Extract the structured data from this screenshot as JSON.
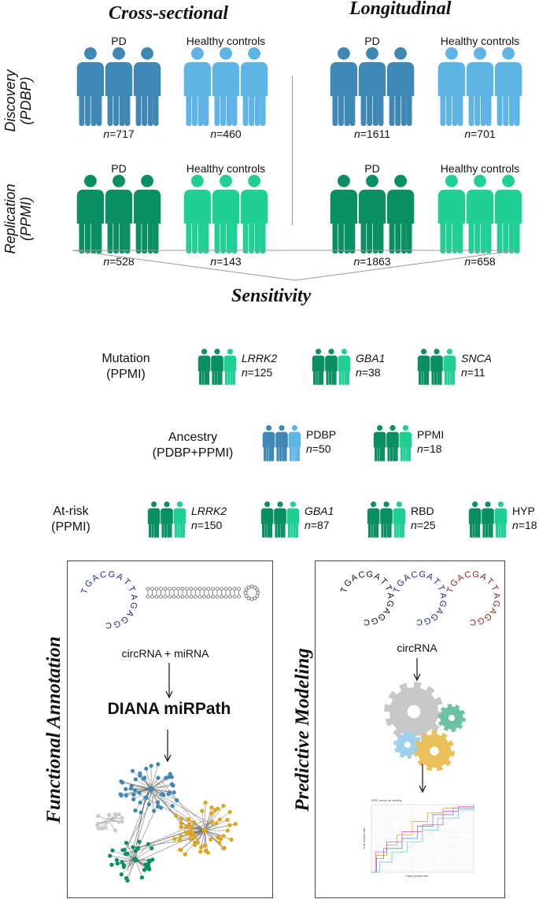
{
  "headers": {
    "cross_sectional": "Cross-sectional",
    "longitudinal": "Longitudinal",
    "sensitivity": "Sensitivity"
  },
  "rows": {
    "discovery": {
      "line1": "Discovery",
      "line2": "(PDBP)"
    },
    "replication": {
      "line1": "Replication",
      "line2": "(PPMI)"
    }
  },
  "groups": {
    "cs_disc_pd": {
      "label": "PD",
      "n": "=717"
    },
    "cs_disc_hc": {
      "label": "Healthy controls",
      "n": "=460"
    },
    "lg_disc_pd": {
      "label": "PD",
      "n": "=1611"
    },
    "lg_disc_hc": {
      "label": "Healthy controls",
      "n": "=701"
    },
    "cs_rep_pd": {
      "label": "PD",
      "n": "=528"
    },
    "cs_rep_hc": {
      "label": "Healthy controls",
      "n": "=143"
    },
    "lg_rep_pd": {
      "label": "PD",
      "n": "=1863"
    },
    "lg_rep_hc": {
      "label": "Healthy controls",
      "n": "=658"
    }
  },
  "n_prefix": "n",
  "sensitivity": {
    "mutation": {
      "line1": "Mutation",
      "line2": "(PPMI)",
      "items": [
        {
          "name": "LRRK2",
          "n": "=125"
        },
        {
          "name": "GBA1",
          "n": "=38"
        },
        {
          "name": "SNCA",
          "n": "=11"
        }
      ]
    },
    "ancestry": {
      "line1": "Ancestry",
      "line2": "(PDBP+PPMI)",
      "items": [
        {
          "name": "PDBP",
          "n": "=50"
        },
        {
          "name": "PPMI",
          "n": "=18"
        }
      ]
    },
    "atrisk": {
      "line1": "At-risk",
      "line2": "(PPMI)",
      "items": [
        {
          "name": "LRRK2",
          "n": "=150"
        },
        {
          "name": "GBA1",
          "n": "=87"
        },
        {
          "name": "RBD",
          "n": "=25"
        },
        {
          "name": "HYP",
          "n": "=18"
        }
      ]
    }
  },
  "functional": {
    "side_title": "Functional Annotation",
    "sequence": "TGACGATTAGAGGC",
    "caption": "circRNA + miRNA",
    "tool": "DIANA miRPath"
  },
  "predictive": {
    "side_title": "Predictive Modeling",
    "sequence": "TGACGATTAGAGGC",
    "caption": "circRNA",
    "roc_title": "ROC curve for testing",
    "roc_xlabel": "False positive rate",
    "roc_ylabel": "True positive rate"
  },
  "colors": {
    "pd_blue": "#3f88b5",
    "hc_blue": "#5fb4e6",
    "pd_green": "#0a8f63",
    "hc_green": "#1fcf95",
    "seq_black": "#111111",
    "seq_blue": "#1a2a8c",
    "seq_red": "#8b1a1a",
    "net_blue": "#3f88b5",
    "net_green": "#0a8f63",
    "net_orange": "#e0a418",
    "net_grey": "#cccccc"
  }
}
